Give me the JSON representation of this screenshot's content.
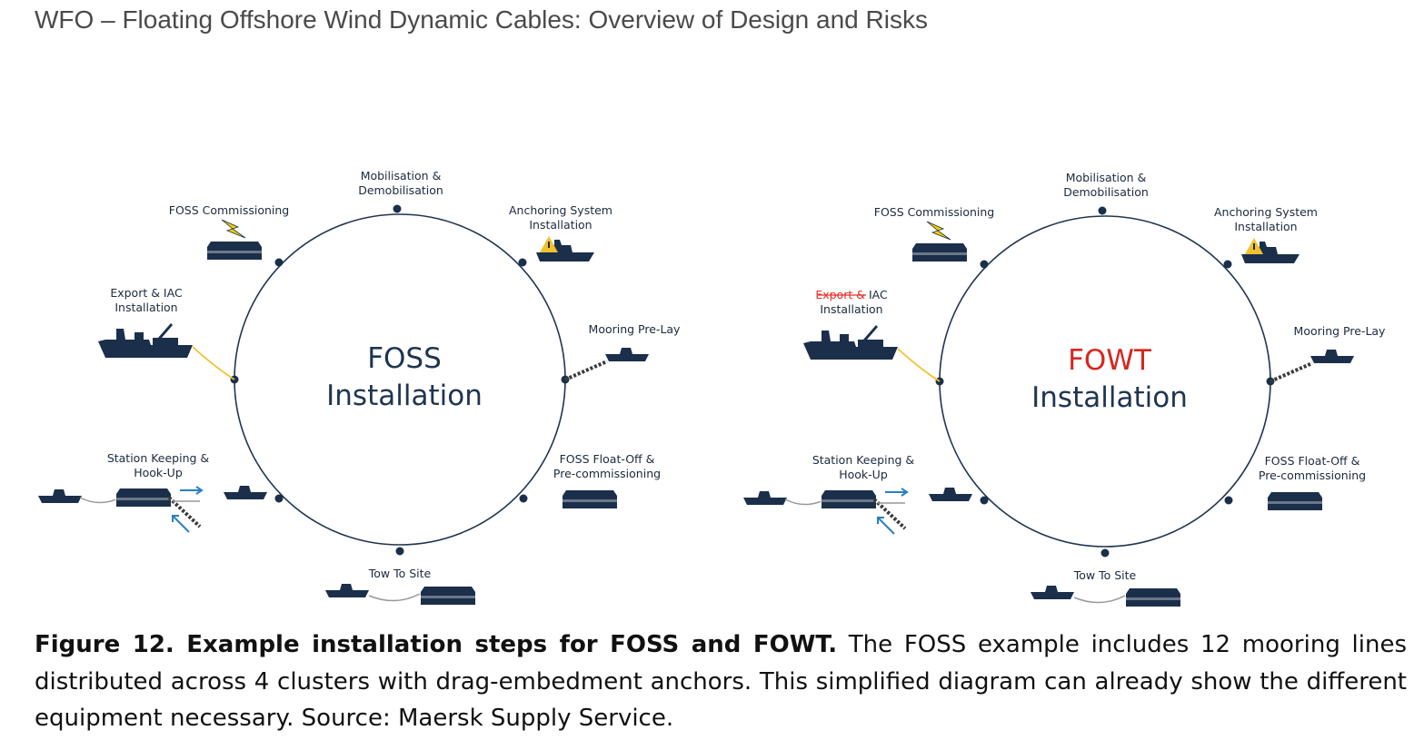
{
  "header": {
    "title": "WFO – Floating Offshore Wind Dynamic Cables: Overview of Design and Risks"
  },
  "diagrams": [
    {
      "center_line1": "FOSS",
      "center_line2": "Installation",
      "center_color": "#1f3550",
      "steps": {
        "mobilisation": [
          "Mobilisation &",
          "Demobilisation"
        ],
        "anchoring": [
          "Anchoring System",
          "Installation"
        ],
        "mooring": [
          "Mooring Pre-Lay"
        ],
        "float_off": [
          "FOSS Float-Off &",
          "Pre-commissioning"
        ],
        "tow": [
          "Tow To Site"
        ],
        "station_keeping": [
          "Station Keeping &",
          "Hook-Up"
        ],
        "export_iac": [
          "Export & IAC",
          "Installation"
        ],
        "commissioning": [
          "FOSS Commissioning"
        ]
      }
    },
    {
      "center_line1": "FOWT",
      "center_line2": "Installation",
      "center_color": "#d7261f",
      "steps": {
        "mobilisation": [
          "Mobilisation &",
          "Demobilisation"
        ],
        "anchoring": [
          "Anchoring System",
          "Installation"
        ],
        "mooring": [
          "Mooring Pre-Lay"
        ],
        "float_off": [
          "FOSS Float-Off &",
          "Pre-commissioning"
        ],
        "tow": [
          "Tow To Site"
        ],
        "station_keeping": [
          "Station Keeping &",
          "Hook-Up"
        ],
        "export_struck": "Export &",
        "export_iac_rest": "IAC",
        "export_iac_line2": "Installation",
        "commissioning": [
          "FOSS Commissioning"
        ]
      }
    }
  ],
  "caption": {
    "bold": "Figure 12. Example installation steps for FOSS and FOWT.",
    "text": " The FOSS example includes 12 mooring lines distributed across 4 clusters with drag-embedment anchors. This simplified diagram can already show the different equipment necessary. Source: Maersk Supply Service."
  },
  "colors": {
    "navy": "#1b2f4a",
    "cable_yellow": "#f2c12e",
    "arrow_blue": "#2a7fc1",
    "lightning": "#f4d000"
  }
}
